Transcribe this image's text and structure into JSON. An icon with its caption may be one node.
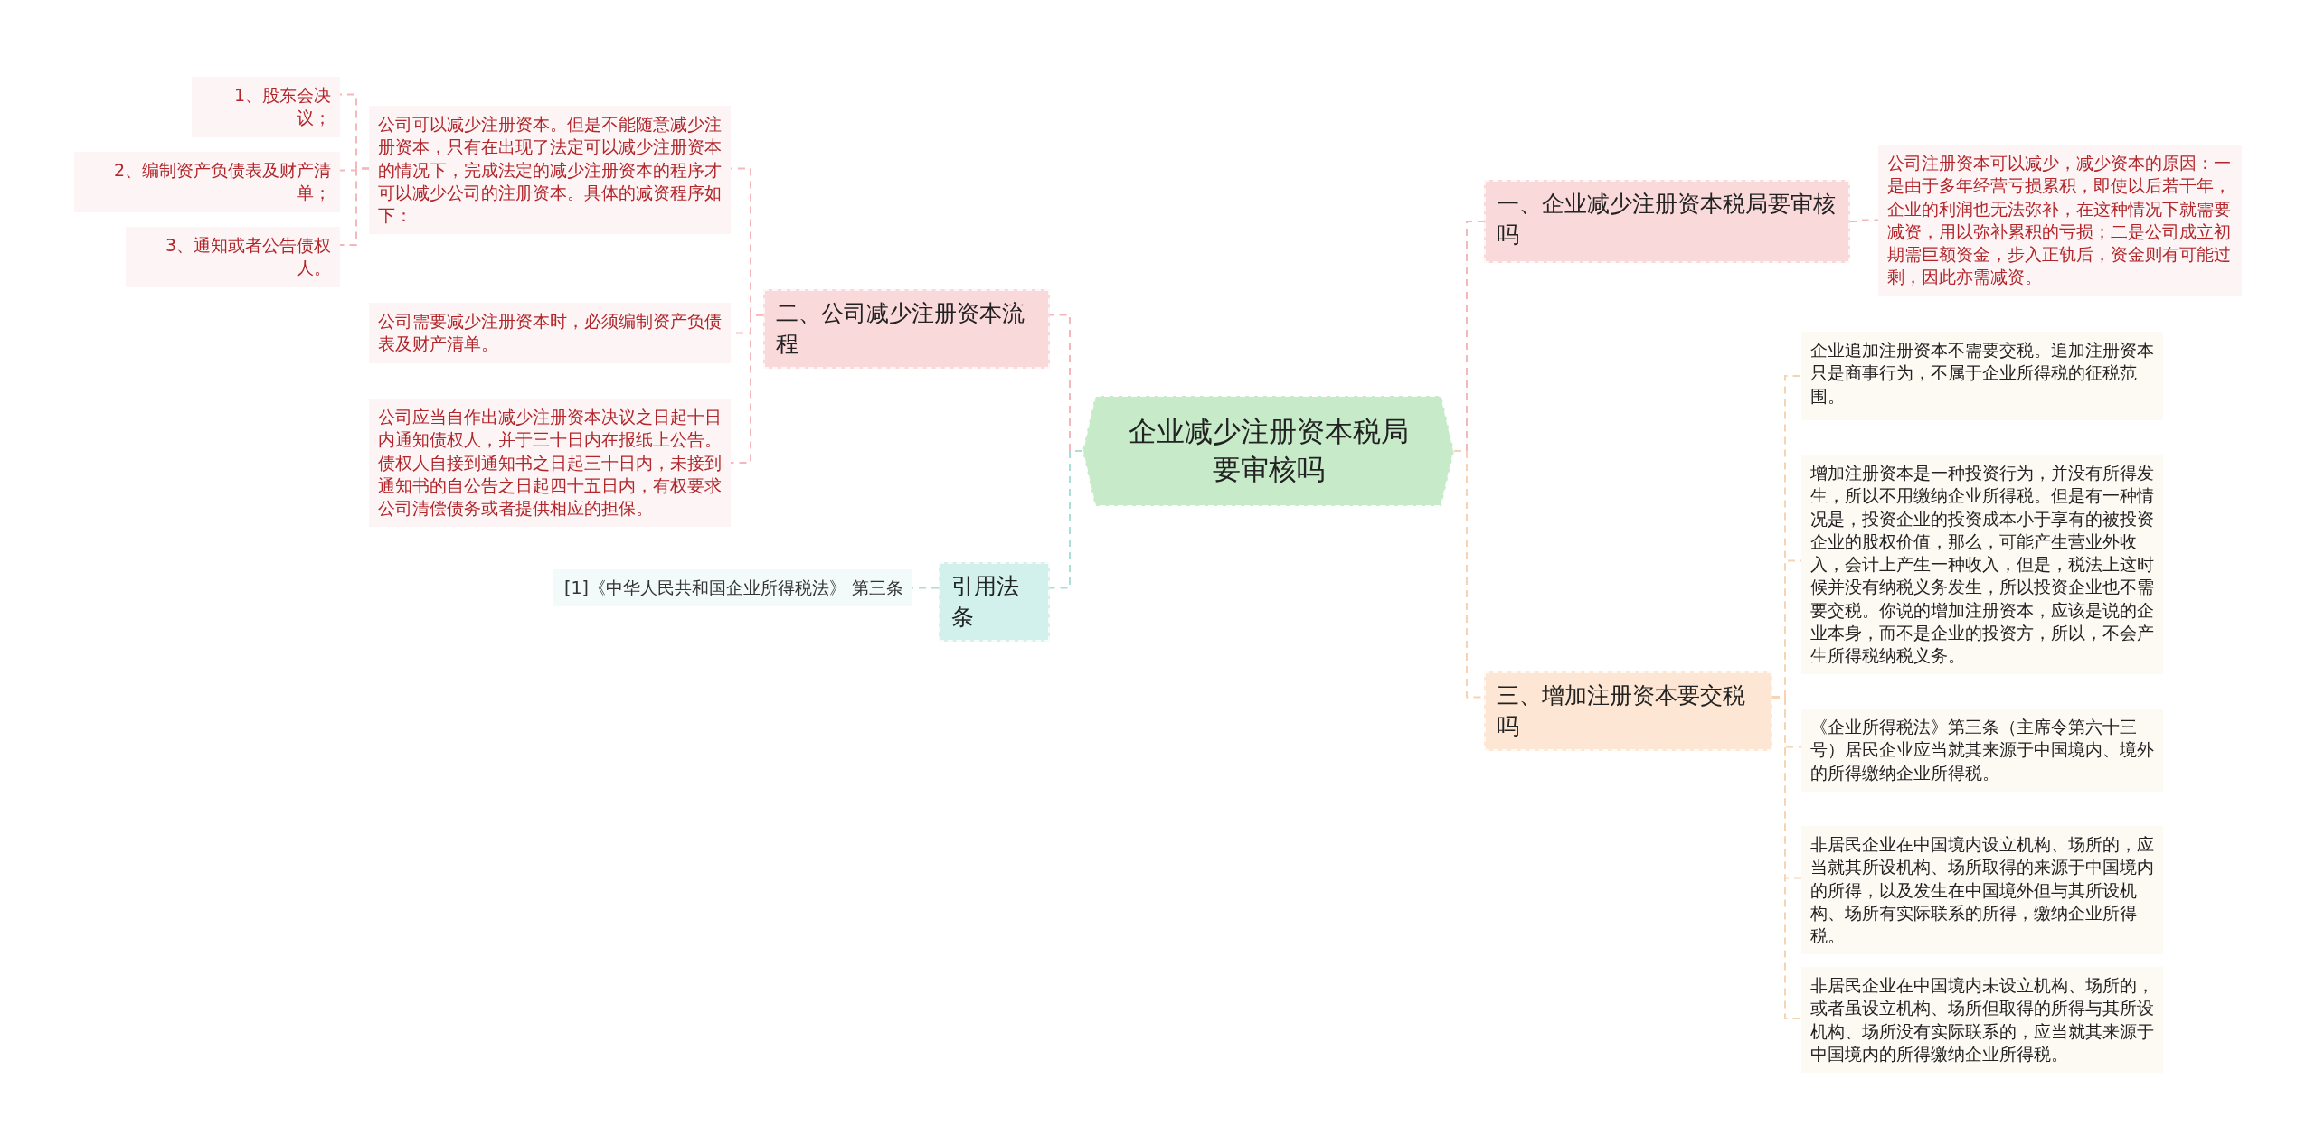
{
  "diagram": {
    "nodes": [
      {
        "text": [
          "企业减少注册资本税局要审核吗"
        ]
      },
      {
        "text": [
          "一、企业减少注册资本税局要审核吗"
        ]
      },
      {
        "text": [
          "公司注册资本可以减少，减少资本的原因：一是由于多年经营亏损累积，即使以后若干年，企业的利润也无法弥补，在这种情况下就需要减资，用以弥补累积的亏损；二是公司成立初期需巨额资金，步入正轨后，资金则有可能过剩，因此亦需减资。"
        ]
      },
      {
        "text": [
          "三、增加注册资本要交税吗"
        ]
      },
      {
        "text": [
          "企业追加注册资本不需要交税。追加注册资本只是商事行为，不属于企业所得税的征税范围。"
        ]
      },
      {
        "text": [
          "增加注册资本是一种投资行为，并没有所得发生，所以不用缴纳企业所得税。但是有一种情况是，投资企业的投资成本小于享有的被投资企业的股权价值，那么，可能产生营业外收入，会计上产生一种收入，但是，税法上这时候并没有纳税义务发生，所以投资企业也不需要交税。你说的增加注册资本，应该是说的企业本身，而不是企业的投资方，所以，不会产生所得税纳税义务。"
        ]
      },
      {
        "text": [
          "《企业所得税法》第三条（主席令第六十三号）居民企业应当就其来源于中国境内、境外的所得缴纳企业所得税。"
        ]
      },
      {
        "text": [
          "非居民企业在中国境内设立机构、场所的，应当就其所设机构、场所取得的来源于中国境内的所得，以及发生在中国境外但与其所设机构、场所有实际联系的所得，缴纳企业所得税。"
        ]
      },
      {
        "text": [
          "非居民企业在中国境内未设立机构、场所的，或者虽设立机构、场所但取得的所得与其所设机构、场所没有实际联系的，应当就其来源于中国境内的所得缴纳企业所得税。"
        ]
      },
      {
        "text": [
          "二、公司减少注册资本流程"
        ]
      },
      {
        "text": [
          "公司可以减少注册资本。但是不能随意减少注册资本，只有在出现了法定可以减少注册资本的情况下，完成法定的减少注册资本的程序才可以减少公司的注册资本。具体的减资程序如下："
        ]
      },
      {
        "text": [
          "1、股东会决议；"
        ]
      },
      {
        "text": [
          "2、编制资产负债表及财产清单；"
        ]
      },
      {
        "text": [
          "3、通知或者公告债权人。"
        ]
      },
      {
        "text": [
          "公司需要减少注册资本时，必须编制资产负债表及财产清单。"
        ]
      },
      {
        "text": [
          "公司应当自作出减少注册资本决议之日起十日内通知债权人，并于三十日内在报纸上公告。债权人自接到通知书之日起三十日内，未接到通知书的自公告之日起四十五日内，有权要求公司清偿债务或者提供相应的担保。"
        ]
      },
      {
        "text": [
          "引用法条"
        ]
      },
      {
        "text": [
          "[1]《中华人民共和国企业所得税法》 第三条"
        ]
      }
    ],
    "edges": [
      {
        "from": 0,
        "to": 1,
        "arrow": "none",
        "color": "#f4b8bb"
      },
      {
        "from": 1,
        "to": 2,
        "arrow": "none",
        "color": "#f4b8bb"
      },
      {
        "from": 0,
        "to": 3,
        "arrow": "none",
        "color": "#f6d3b3"
      },
      {
        "from": 3,
        "to": 4,
        "arrow": "none",
        "color": "#f6d3b3"
      },
      {
        "from": 3,
        "to": 5,
        "arrow": "none",
        "color": "#f6d3b3"
      },
      {
        "from": 3,
        "to": 6,
        "arrow": "none",
        "color": "#f6d3b3"
      },
      {
        "from": 3,
        "to": 7,
        "arrow": "none",
        "color": "#f6d3b3"
      },
      {
        "from": 3,
        "to": 8,
        "arrow": "none",
        "color": "#f6d3b3"
      },
      {
        "from": 0,
        "to": 9,
        "arrow": "none",
        "color": "#f4b8bb"
      },
      {
        "from": 9,
        "to": 10,
        "arrow": "none",
        "color": "#f4b8bb"
      },
      {
        "from": 10,
        "to": 11,
        "arrow": "none",
        "color": "#f4b8bb"
      },
      {
        "from": 10,
        "to": 12,
        "arrow": "none",
        "color": "#f4b8bb"
      },
      {
        "from": 10,
        "to": 13,
        "arrow": "none",
        "color": "#f4b8bb"
      },
      {
        "from": 9,
        "to": 14,
        "arrow": "none",
        "color": "#f4b8bb"
      },
      {
        "from": 9,
        "to": 15,
        "arrow": "none",
        "color": "#f4b8bb"
      },
      {
        "from": 0,
        "to": 16,
        "arrow": "none",
        "color": "#a8e0d8"
      },
      {
        "from": 16,
        "to": 17,
        "arrow": "none",
        "color": "#a8e0d8"
      }
    ]
  }
}
